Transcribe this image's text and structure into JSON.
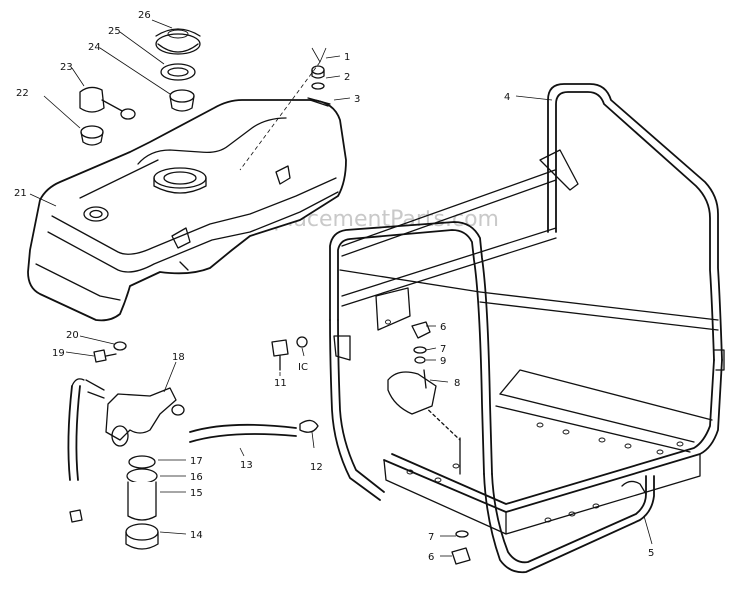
{
  "watermark": "eReplacementParts.com",
  "callouts": [
    {
      "id": "c26",
      "text": "26"
    },
    {
      "id": "c25",
      "text": "25"
    },
    {
      "id": "c24",
      "text": "24"
    },
    {
      "id": "c23",
      "text": "23"
    },
    {
      "id": "c22",
      "text": "22"
    },
    {
      "id": "c21",
      "text": "21"
    },
    {
      "id": "c1",
      "text": "1"
    },
    {
      "id": "c2",
      "text": "2"
    },
    {
      "id": "c3",
      "text": "3"
    },
    {
      "id": "c4",
      "text": "4"
    },
    {
      "id": "c5",
      "text": "5"
    },
    {
      "id": "c6a",
      "text": "6"
    },
    {
      "id": "c7a",
      "text": "7"
    },
    {
      "id": "c9",
      "text": "9"
    },
    {
      "id": "c8",
      "text": "8"
    },
    {
      "id": "c6b",
      "text": "6"
    },
    {
      "id": "c7b",
      "text": "7"
    },
    {
      "id": "c20",
      "text": "20"
    },
    {
      "id": "c19",
      "text": "19"
    },
    {
      "id": "c18",
      "text": "18"
    },
    {
      "id": "c11",
      "text": "11"
    },
    {
      "id": "c10",
      "text": "IC"
    },
    {
      "id": "c17",
      "text": "17"
    },
    {
      "id": "c16",
      "text": "16"
    },
    {
      "id": "c15",
      "text": "15"
    },
    {
      "id": "c14",
      "text": "14"
    },
    {
      "id": "c13",
      "text": "13"
    },
    {
      "id": "c12",
      "text": "12"
    }
  ]
}
